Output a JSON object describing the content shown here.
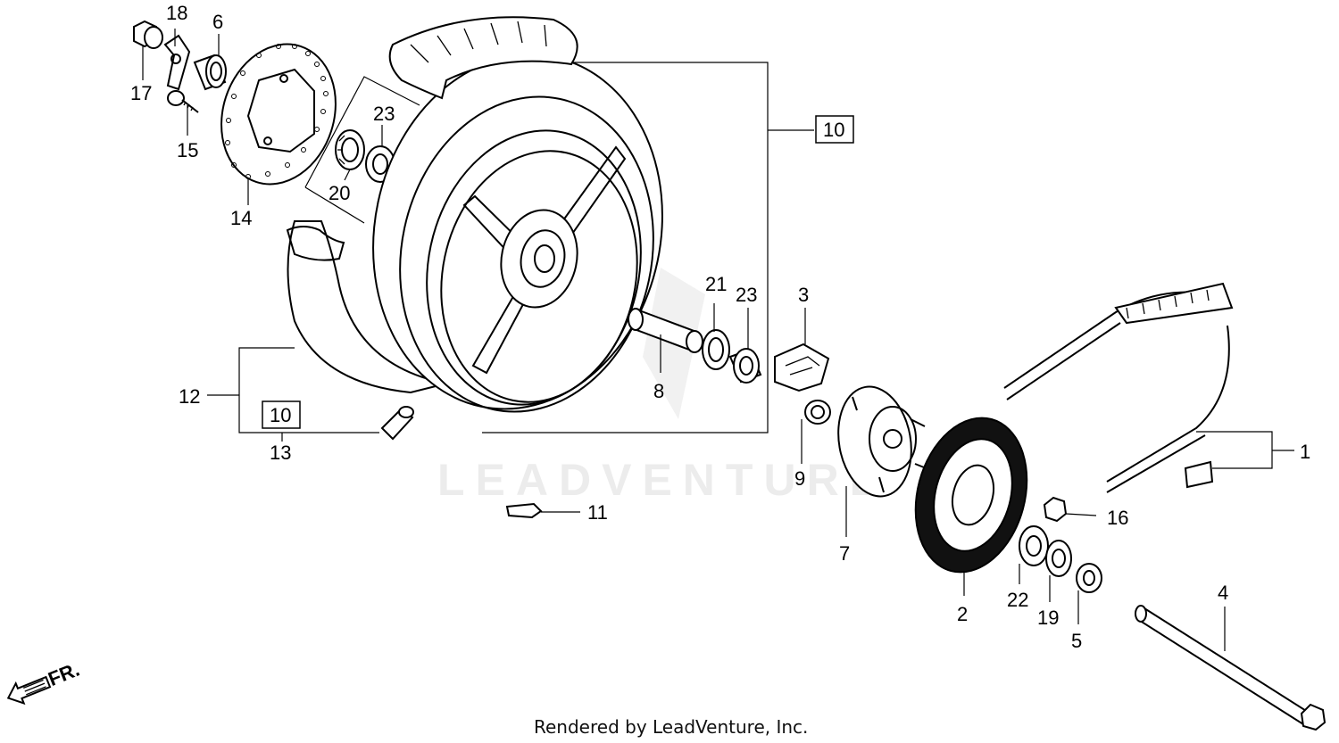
{
  "watermark": "LEADVENTURE",
  "footer": "Rendered by LeadVenture, Inc.",
  "direction_arrow": "FR.",
  "callouts": {
    "c1": "1",
    "c2": "2",
    "c3": "3",
    "c4": "4",
    "c5": "5",
    "c6": "6",
    "c7": "7",
    "c8": "8",
    "c9": "9",
    "c11": "11",
    "c12": "12",
    "c13": "13",
    "c14": "14",
    "c15": "15",
    "c16": "16",
    "c17": "17",
    "c18": "18",
    "c19": "19",
    "c20": "20",
    "c21": "21",
    "c22": "22",
    "c23a": "23",
    "c23b": "23"
  },
  "boxed_refs": {
    "b10a": "10",
    "b10b": "10"
  }
}
